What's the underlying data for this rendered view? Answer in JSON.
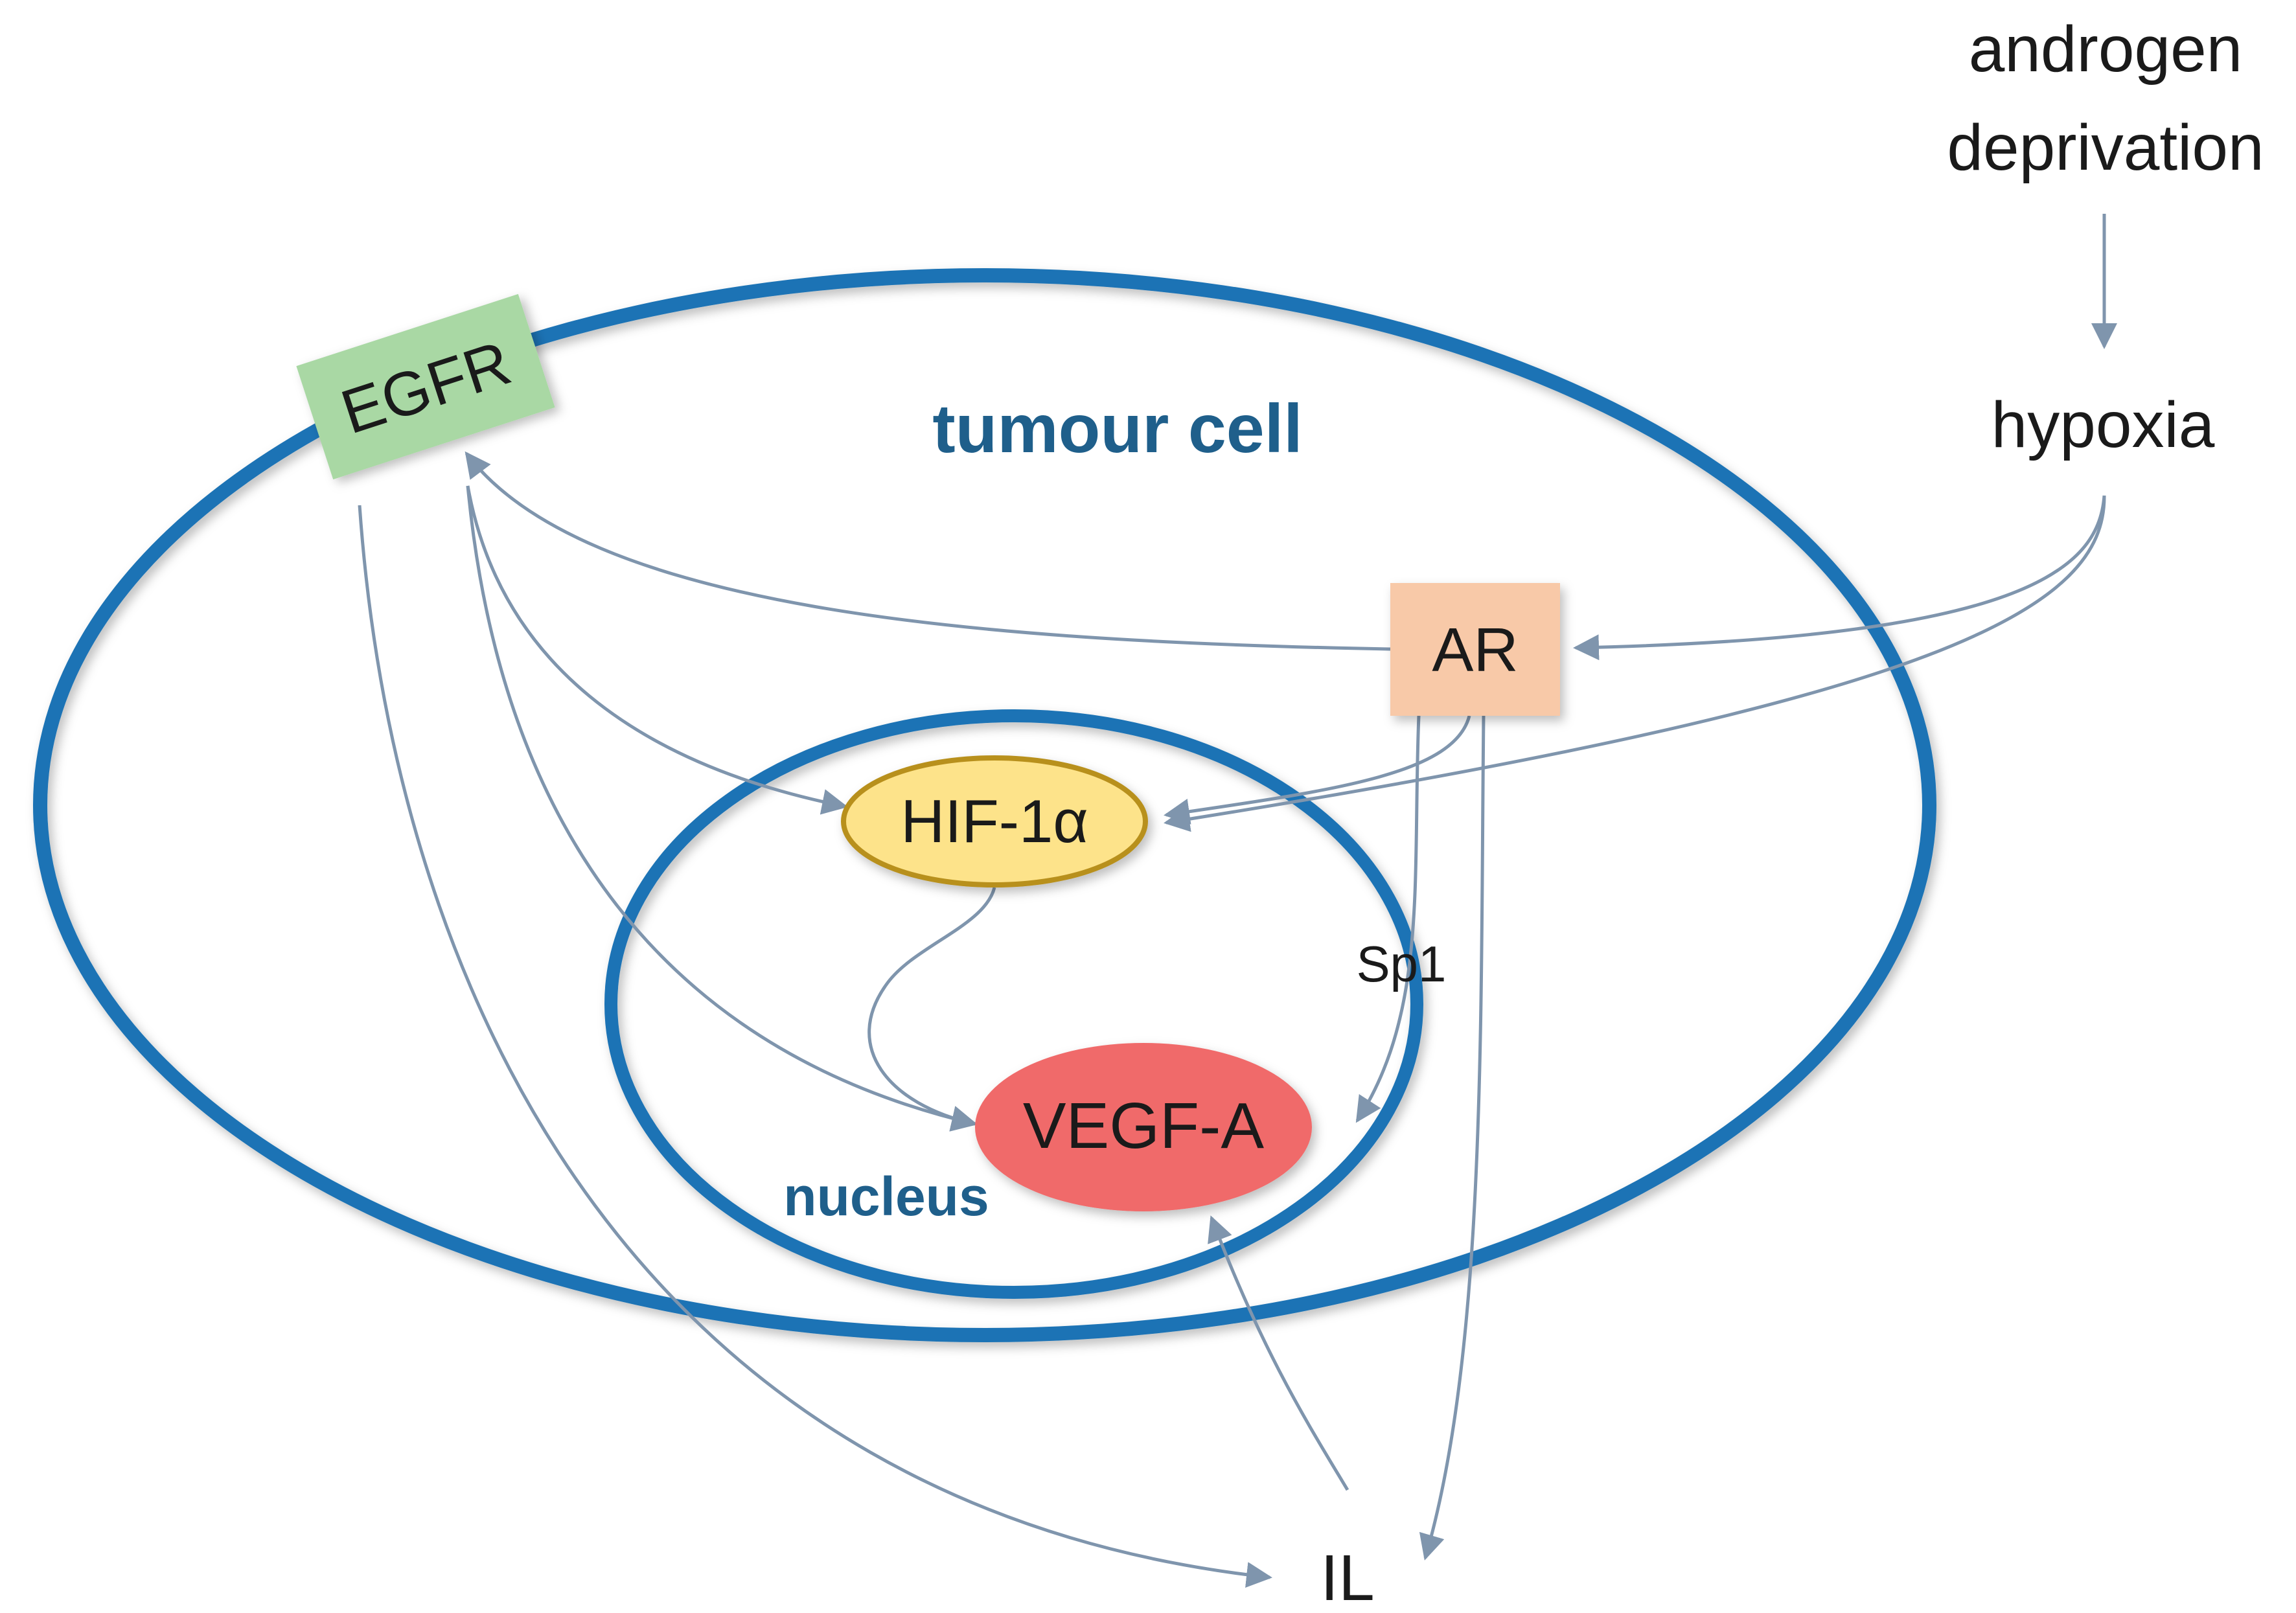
{
  "colors": {
    "membrane": "#1a73b5",
    "arrow": "#7f95ad",
    "compartment_label": "#1f5f8b",
    "egfr_fill": "#a9d8a4",
    "ar_fill": "#f8c9a8",
    "hif_fill": "#fde38a",
    "hif_stroke": "#b8901f",
    "vegf_fill": "#f06a6a"
  },
  "compartments": {
    "tumour_cell": "tumour cell",
    "nucleus": "nucleus"
  },
  "nodes": {
    "androgen_deprivation_line1": "androgen",
    "androgen_deprivation_line2": "deprivation",
    "hypoxia": "hypoxia",
    "egfr": "EGFR",
    "ar": "AR",
    "hif1a": "HIF-1α",
    "vegfa": "VEGF-A",
    "il": "IL"
  },
  "edge_labels": {
    "sp1": "Sp1"
  },
  "edges": [
    {
      "from": "androgen deprivation",
      "to": "hypoxia"
    },
    {
      "from": "hypoxia",
      "to": "AR"
    },
    {
      "from": "hypoxia",
      "to": "HIF-1α"
    },
    {
      "from": "AR",
      "to": "EGFR"
    },
    {
      "from": "AR",
      "to": "HIF-1α"
    },
    {
      "from": "AR",
      "to": "VEGF-A",
      "label": "Sp1"
    },
    {
      "from": "AR",
      "to": "IL"
    },
    {
      "from": "EGFR",
      "to": "HIF-1α"
    },
    {
      "from": "EGFR",
      "to": "VEGF-A"
    },
    {
      "from": "EGFR",
      "to": "IL"
    },
    {
      "from": "HIF-1α",
      "to": "VEGF-A"
    },
    {
      "from": "IL",
      "to": "VEGF-A"
    }
  ]
}
